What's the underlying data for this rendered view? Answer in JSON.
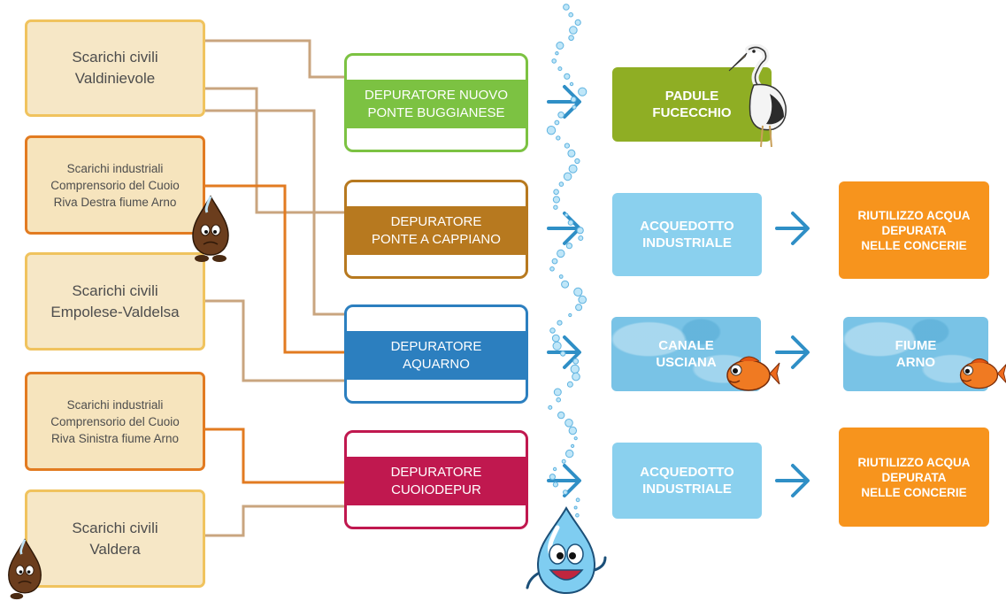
{
  "colors": {
    "civil_source_border": "#f0c35e",
    "industrial_source_border": "#e27b21",
    "civil_link": "#c9a57f",
    "industrial_link": "#e27b21",
    "depuratore_green": "#7cc242",
    "depuratore_brown": "#b7791f",
    "depuratore_blue": "#2c7fbf",
    "depuratore_red": "#c0184f",
    "padule_green": "#8fae24",
    "acquedotto_blue": "#8ad0ee",
    "riutilizzo_orange": "#f7941d",
    "arrow_blue": "#2f8fc6"
  },
  "sources": [
    {
      "lines": [
        "Scarichi civili",
        "Valdinievole"
      ],
      "kind": "civil"
    },
    {
      "lines": [
        "Scarichi industriali",
        "Comprensorio del Cuoio",
        "Riva Destra fiume Arno"
      ],
      "kind": "industrial"
    },
    {
      "lines": [
        "Scarichi civili",
        "Empolese-Valdelsa"
      ],
      "kind": "civil"
    },
    {
      "lines": [
        "Scarichi industriali",
        "Comprensorio del Cuoio",
        "Riva Sinistra fiume Arno"
      ],
      "kind": "industrial"
    },
    {
      "lines": [
        "Scarichi civili",
        "Valdera"
      ],
      "kind": "civil"
    }
  ],
  "depuratori": [
    {
      "lines": [
        "DEPURATORE NUOVO",
        "PONTE BUGGIANESE"
      ]
    },
    {
      "lines": [
        "DEPURATORE",
        "PONTE A CAPPIANO"
      ]
    },
    {
      "lines": [
        "DEPURATORE",
        "AQUARNO"
      ]
    },
    {
      "lines": [
        "DEPURATORE",
        "CUOIODEPUR"
      ]
    }
  ],
  "destinations": [
    {
      "lines": [
        "PADULE",
        "FUCECCHIO"
      ]
    },
    {
      "lines": [
        "ACQUEDOTTO",
        "INDUSTRIALE"
      ]
    },
    {
      "lines": [
        "CANALE",
        "USCIANA"
      ]
    },
    {
      "lines": [
        "ACQUEDOTTO",
        "INDUSTRIALE"
      ]
    }
  ],
  "final_destinations": [
    {
      "lines": [
        "RIUTILIZZO ACQUA",
        "DEPURATA",
        "NELLE CONCERIE"
      ]
    },
    {
      "lines": [
        "FIUME",
        "ARNO"
      ]
    },
    {
      "lines": [
        "RIUTILIZZO ACQUA",
        "DEPURATA",
        "NELLE CONCERIE"
      ]
    }
  ],
  "icons": {
    "flow_arrow": "chevron-right-arrow-icon",
    "bubbles": "water-bubbles-icon",
    "stork": "stork-bird-icon",
    "fish": "orange-fish-icon",
    "water_drop": "water-drop-mascot-icon",
    "sludge_drop": "brown-drop-mascot-icon"
  }
}
